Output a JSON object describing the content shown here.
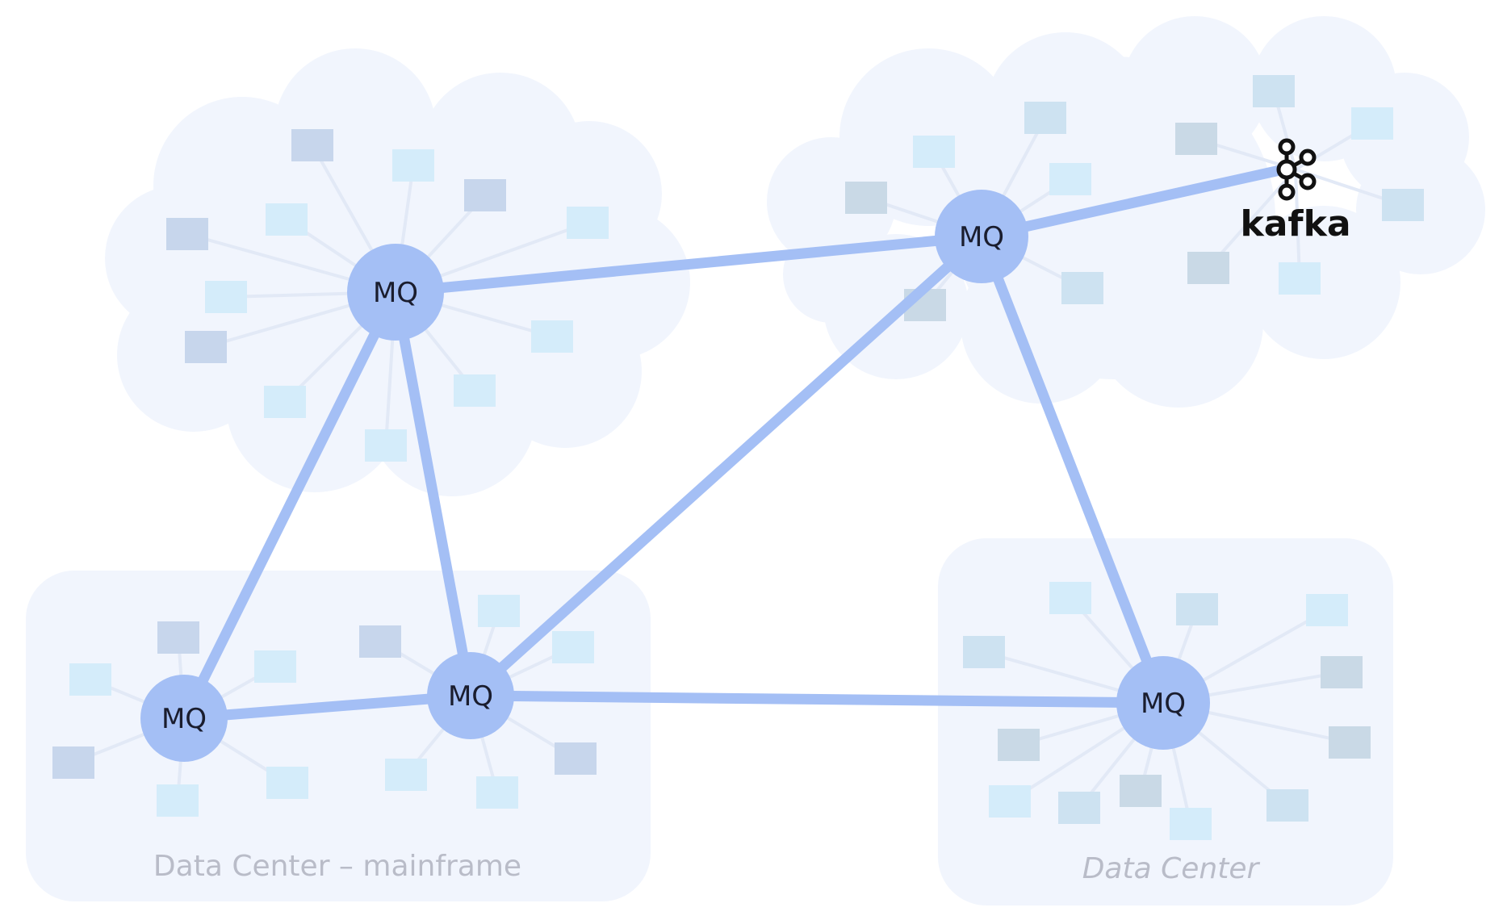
{
  "nodes": [
    {
      "id": "mq-cloud-left",
      "label": "MQ"
    },
    {
      "id": "mq-cloud-right",
      "label": "MQ"
    },
    {
      "id": "mq-mainframe-left",
      "label": "MQ"
    },
    {
      "id": "mq-mainframe-center",
      "label": "MQ"
    },
    {
      "id": "mq-datacenter",
      "label": "MQ"
    }
  ],
  "regions": {
    "mainframe": {
      "label": "Data Center – mainframe"
    },
    "datacenter": {
      "label": "Data Center"
    }
  },
  "kafka": {
    "label": "kafka"
  },
  "connections": [
    [
      "mq-cloud-left",
      "mq-cloud-right"
    ],
    [
      "mq-cloud-left",
      "mq-mainframe-left"
    ],
    [
      "mq-cloud-left",
      "mq-mainframe-center"
    ],
    [
      "mq-mainframe-left",
      "mq-mainframe-center"
    ],
    [
      "mq-mainframe-center",
      "mq-cloud-right"
    ],
    [
      "mq-mainframe-center",
      "mq-datacenter"
    ],
    [
      "mq-cloud-right",
      "mq-datacenter"
    ],
    [
      "mq-cloud-right",
      "kafka"
    ]
  ],
  "colors": {
    "node": "#a4bff5",
    "link": "#a4bff5",
    "region_fill": "#f1f5fd",
    "spoke": "#e3e9f6",
    "app_light": "#d6ecfa",
    "app_mid": "#cfe2f1",
    "app_gray": "#c9d6ea"
  }
}
